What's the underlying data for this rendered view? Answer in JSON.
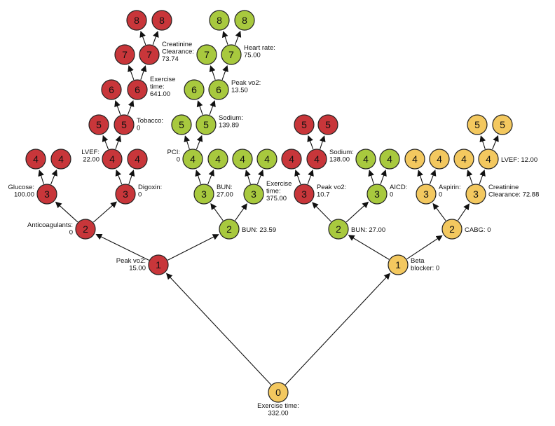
{
  "palette": {
    "red": "#c8363a",
    "green": "#a8c93e",
    "yellow": "#f3c85f"
  },
  "nodes": {
    "n0": {
      "num": "0",
      "color": "yellow",
      "label": [
        "Exercise time:",
        "332.00"
      ]
    },
    "n1L": {
      "num": "1",
      "color": "red",
      "label": [
        "Peak vo2:",
        "15.00"
      ]
    },
    "n1R": {
      "num": "1",
      "color": "yellow",
      "label": [
        "Beta",
        "blocker: 0"
      ]
    },
    "n2a": {
      "num": "2",
      "color": "red",
      "label": [
        "Anticoagulants:",
        "0"
      ]
    },
    "n2b": {
      "num": "2",
      "color": "green",
      "label": [
        "BUN: 23.59"
      ]
    },
    "n2c": {
      "num": "2",
      "color": "green",
      "label": [
        "BUN: 27.00"
      ]
    },
    "n2d": {
      "num": "2",
      "color": "yellow",
      "label": [
        "CABG: 0"
      ]
    },
    "n3a": {
      "num": "3",
      "color": "red",
      "label": [
        "Glucose:",
        "100.00"
      ]
    },
    "n3b": {
      "num": "3",
      "color": "red",
      "label": [
        "Digoxin:",
        "0"
      ]
    },
    "n3c": {
      "num": "3",
      "color": "green",
      "label": [
        "BUN:",
        "27.00"
      ]
    },
    "n3d": {
      "num": "3",
      "color": "green",
      "label": [
        "Exercise",
        "time:",
        "375.00"
      ]
    },
    "n3e": {
      "num": "3",
      "color": "red",
      "label": [
        "Peak vo2:",
        "10.7"
      ]
    },
    "n3f": {
      "num": "3",
      "color": "green",
      "label": [
        "AICD:",
        "0"
      ]
    },
    "n3g": {
      "num": "3",
      "color": "yellow",
      "label": [
        "Aspirin:",
        "0"
      ]
    },
    "n3h": {
      "num": "3",
      "color": "yellow",
      "label": [
        "Creatinine",
        "Clearance: 72.88"
      ]
    },
    "n4a": {
      "num": "4",
      "color": "red",
      "label": []
    },
    "n4b": {
      "num": "4",
      "color": "red",
      "label": []
    },
    "n4c": {
      "num": "4",
      "color": "red",
      "label": [
        "LVEF:",
        "22.00"
      ]
    },
    "n4d": {
      "num": "4",
      "color": "red",
      "label": []
    },
    "n4e": {
      "num": "4",
      "color": "green",
      "label": [
        "PCI:",
        "0"
      ]
    },
    "n4f": {
      "num": "4",
      "color": "green",
      "label": []
    },
    "n4g": {
      "num": "4",
      "color": "green",
      "label": []
    },
    "n4h": {
      "num": "4",
      "color": "green",
      "label": []
    },
    "n4i": {
      "num": "4",
      "color": "red",
      "label": []
    },
    "n4j": {
      "num": "4",
      "color": "red",
      "label": [
        "Sodium:",
        "138.00"
      ]
    },
    "n4k": {
      "num": "4",
      "color": "green",
      "label": []
    },
    "n4l": {
      "num": "4",
      "color": "green",
      "label": []
    },
    "n4m": {
      "num": "4",
      "color": "yellow",
      "label": []
    },
    "n4n": {
      "num": "4",
      "color": "yellow",
      "label": []
    },
    "n4o": {
      "num": "4",
      "color": "yellow",
      "label": []
    },
    "n4p": {
      "num": "4",
      "color": "yellow",
      "label": [
        "LVEF: 12.00"
      ]
    },
    "n5a": {
      "num": "5",
      "color": "red",
      "label": []
    },
    "n5b": {
      "num": "5",
      "color": "red",
      "label": [
        "Tobacco:",
        "0"
      ]
    },
    "n5c": {
      "num": "5",
      "color": "green",
      "label": []
    },
    "n5d": {
      "num": "5",
      "color": "green",
      "label": [
        "Sodium:",
        "139.89"
      ]
    },
    "n5e": {
      "num": "5",
      "color": "red",
      "label": []
    },
    "n5f": {
      "num": "5",
      "color": "red",
      "label": []
    },
    "n5g": {
      "num": "5",
      "color": "yellow",
      "label": []
    },
    "n5h": {
      "num": "5",
      "color": "yellow",
      "label": []
    },
    "n6a": {
      "num": "6",
      "color": "red",
      "label": []
    },
    "n6b": {
      "num": "6",
      "color": "red",
      "label": [
        "Exercise",
        "time:",
        "641.00"
      ]
    },
    "n6c": {
      "num": "6",
      "color": "green",
      "label": []
    },
    "n6d": {
      "num": "6",
      "color": "green",
      "label": [
        "Peak vo2:",
        "13.50"
      ]
    },
    "n7a": {
      "num": "7",
      "color": "red",
      "label": []
    },
    "n7b": {
      "num": "7",
      "color": "red",
      "label": [
        "Creatinine",
        "Clearance:",
        "73.74"
      ]
    },
    "n7c": {
      "num": "7",
      "color": "green",
      "label": []
    },
    "n7d": {
      "num": "7",
      "color": "green",
      "label": [
        "Heart rate:",
        "75.00"
      ]
    },
    "n8a": {
      "num": "8",
      "color": "red",
      "label": []
    },
    "n8b": {
      "num": "8",
      "color": "red",
      "label": []
    },
    "n8c": {
      "num": "8",
      "color": "green",
      "label": []
    },
    "n8d": {
      "num": "8",
      "color": "green",
      "label": []
    }
  },
  "edges": [
    [
      "n0",
      "n1L"
    ],
    [
      "n0",
      "n1R"
    ],
    [
      "n1L",
      "n2a"
    ],
    [
      "n1L",
      "n2b"
    ],
    [
      "n1R",
      "n2c"
    ],
    [
      "n1R",
      "n2d"
    ],
    [
      "n2a",
      "n3a"
    ],
    [
      "n2a",
      "n3b"
    ],
    [
      "n2b",
      "n3c"
    ],
    [
      "n2b",
      "n3d"
    ],
    [
      "n2c",
      "n3e"
    ],
    [
      "n2c",
      "n3f"
    ],
    [
      "n2d",
      "n3g"
    ],
    [
      "n2d",
      "n3h"
    ],
    [
      "n3a",
      "n4a"
    ],
    [
      "n3a",
      "n4b"
    ],
    [
      "n3b",
      "n4c"
    ],
    [
      "n3b",
      "n4d"
    ],
    [
      "n3c",
      "n4e"
    ],
    [
      "n3c",
      "n4f"
    ],
    [
      "n3d",
      "n4g"
    ],
    [
      "n3d",
      "n4h"
    ],
    [
      "n3e",
      "n4i"
    ],
    [
      "n3e",
      "n4j"
    ],
    [
      "n3f",
      "n4k"
    ],
    [
      "n3f",
      "n4l"
    ],
    [
      "n3g",
      "n4m"
    ],
    [
      "n3g",
      "n4n"
    ],
    [
      "n3h",
      "n4o"
    ],
    [
      "n3h",
      "n4p"
    ],
    [
      "n4c",
      "n5a"
    ],
    [
      "n4c",
      "n5b"
    ],
    [
      "n4e",
      "n5c"
    ],
    [
      "n4e",
      "n5d"
    ],
    [
      "n4j",
      "n5e"
    ],
    [
      "n4j",
      "n5f"
    ],
    [
      "n4p",
      "n5g"
    ],
    [
      "n4p",
      "n5h"
    ],
    [
      "n5b",
      "n6a"
    ],
    [
      "n5b",
      "n6b"
    ],
    [
      "n5d",
      "n6c"
    ],
    [
      "n5d",
      "n6d"
    ],
    [
      "n6b",
      "n7a"
    ],
    [
      "n6b",
      "n7b"
    ],
    [
      "n6d",
      "n7c"
    ],
    [
      "n6d",
      "n7d"
    ],
    [
      "n7b",
      "n8a"
    ],
    [
      "n7b",
      "n8b"
    ],
    [
      "n7d",
      "n8c"
    ],
    [
      "n7d",
      "n8d"
    ]
  ]
}
